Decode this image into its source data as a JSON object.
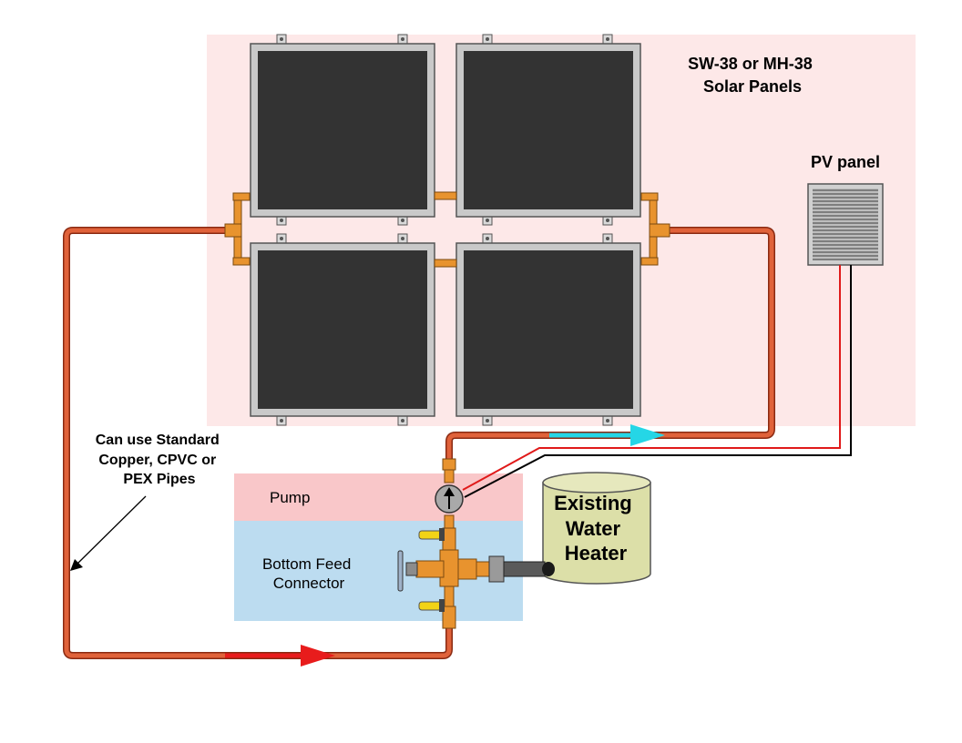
{
  "labels": {
    "panels_title_line1": "SW-38 or MH-38",
    "panels_title_line2": "Solar Panels",
    "pv_panel": "PV panel",
    "pipes_line1": "Can use Standard",
    "pipes_line2": "Copper, CPVC or",
    "pipes_line3": "PEX Pipes",
    "pump": "Pump",
    "feed_line1": "Bottom Feed",
    "feed_line2": "Connector",
    "heater_line1": "Existing",
    "heater_line2": "Water",
    "heater_line3": "Heater"
  },
  "colors": {
    "panel_zone": "#fde8e8",
    "pump_zone": "#f9c7c9",
    "feed_zone": "#bcdcf0",
    "pipe": "#e0623a",
    "pipe_outline": "#8a2a12",
    "flow_hot": "#25d6e6",
    "flow_cold": "#e81c1c",
    "panel_frame": "#c9c9c9",
    "panel_glass": "#333333",
    "tank": "#dcdfa8",
    "fitting": "#e8932e",
    "valve_handle": "#f2d316",
    "wire_positive": "#e01a1a",
    "wire_negative": "#000000"
  }
}
